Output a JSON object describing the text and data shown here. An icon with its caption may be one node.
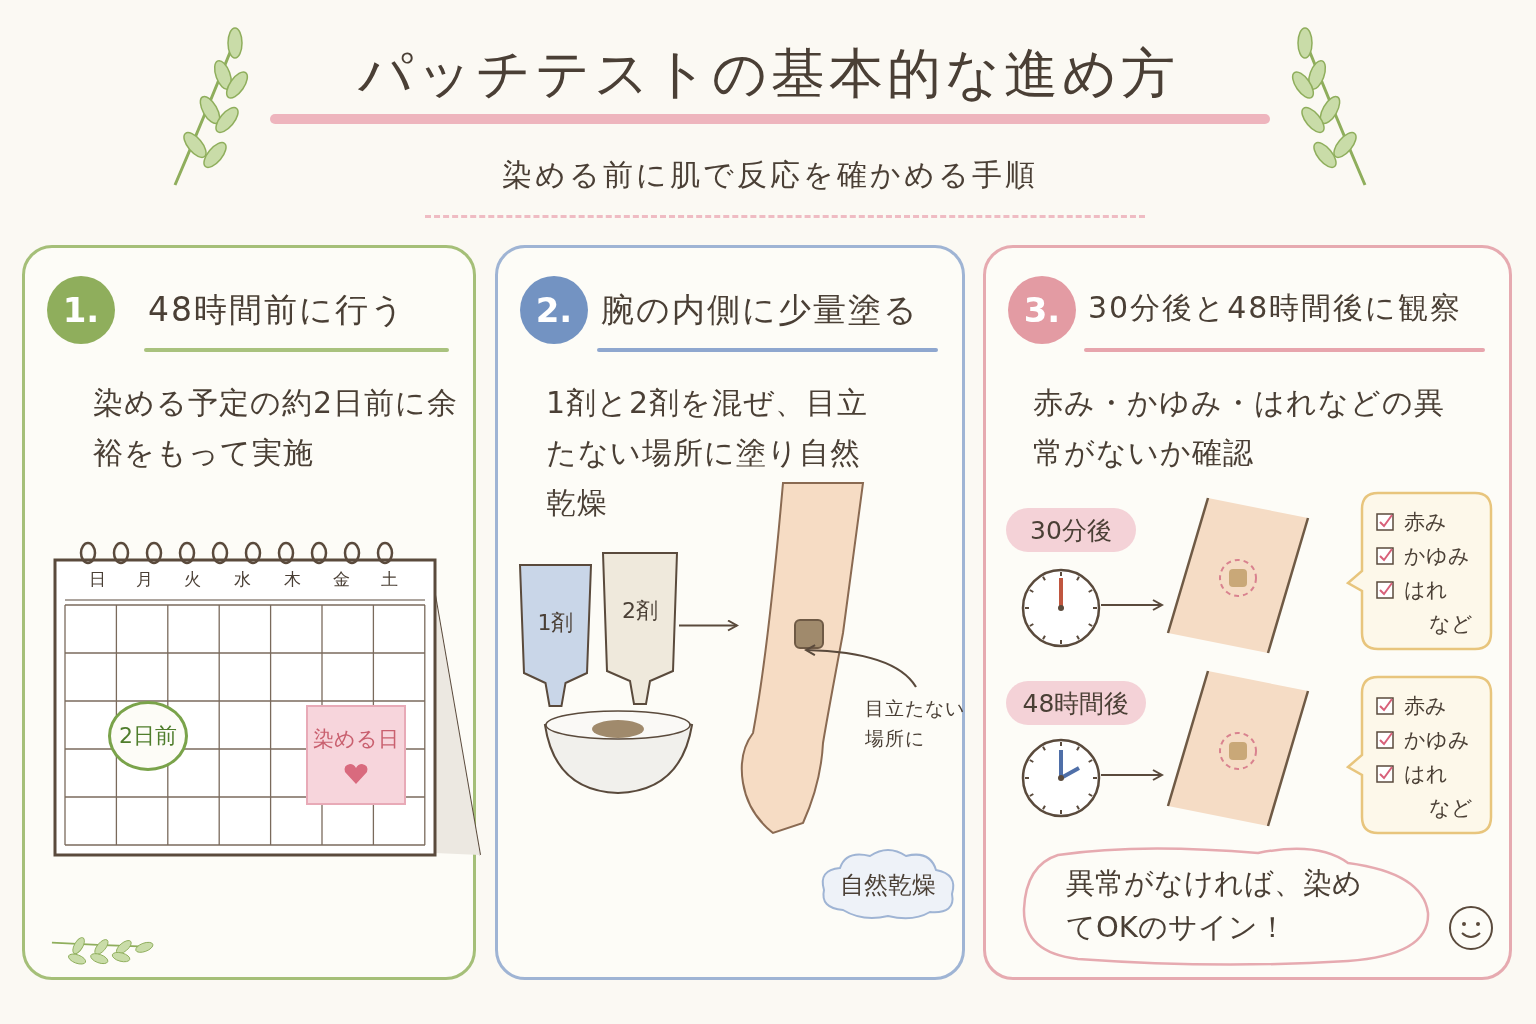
{
  "diagram": {
    "title": "パッチテストの基本的な進め方",
    "nodes": [
      {
        "text": [
          "1.",
          "48時間前に行う",
          "染める予定の約2日前に余裕をもって実施"
        ]
      },
      {
        "text": [
          "2日前"
        ],
        "in": 0
      },
      {
        "text": [
          "染める日"
        ],
        "in": 0
      },
      {
        "text": [
          "2.",
          "腕の内側に少量塗る",
          "1剤と2剤を混ぜ、目立たない場所に塗り自然乾燥"
        ]
      },
      {
        "text": [
          "1剤"
        ],
        "in": 3
      },
      {
        "text": [
          "2剤"
        ],
        "in": 3
      },
      {
        "text": [],
        "shape": "picture",
        "in": 3
      },
      {
        "text": [],
        "shape": "picture",
        "in": 3
      },
      {
        "text": [],
        "shape": "box",
        "in": 7
      },
      {
        "text": [
          "目立たない場所に"
        ],
        "in": 3
      },
      {
        "text": [
          "自然乾燥"
        ],
        "in": 3
      },
      {
        "text": [
          "3.",
          "30分後と48時間後に観察",
          "赤み・かゆみ・はれなどの異常がないか確認"
        ]
      },
      {
        "text": [
          "30分後"
        ],
        "in": 11
      },
      {
        "text": [],
        "shape": "picture",
        "in": 11
      },
      {
        "text": [],
        "shape": "picture",
        "in": 11
      },
      {
        "text": [
          "赤み",
          "かゆみ",
          "はれ",
          "など"
        ],
        "in": 11
      },
      {
        "text": [
          "48時間後"
        ],
        "in": 11
      },
      {
        "text": [],
        "shape": "picture",
        "in": 11
      },
      {
        "text": [],
        "shape": "picture",
        "in": 11
      },
      {
        "text": [
          "赤み",
          "かゆみ",
          "はれ",
          "など"
        ],
        "in": 11
      },
      {
        "text": [
          "異常がなければ、染めてOKのサイン！"
        ],
        "in": 11
      }
    ],
    "edges": [
      {
        "from": 5,
        "to": 7,
        "arrow": "to"
      },
      {
        "from": 9,
        "to": 8,
        "arrow": "to"
      },
      {
        "from": 13,
        "to": 14,
        "arrow": "to"
      },
      {
        "from": 17,
        "to": 18,
        "arrow": "to"
      }
    ],
    "labels": [
      "染める前に肌で反応を確かめる手順",
      "日",
      "月",
      "火",
      "水",
      "木",
      "金",
      "土"
    ]
  }
}
